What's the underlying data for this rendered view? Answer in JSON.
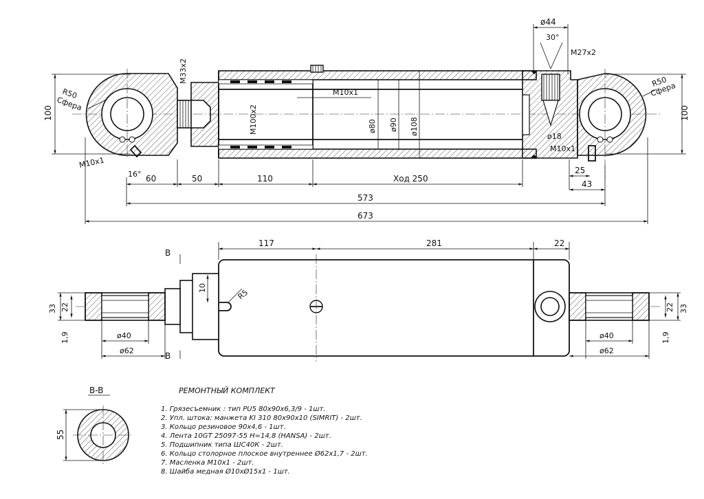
{
  "top_view": {
    "dims": {
      "d44": "ø44",
      "a30": "30°",
      "m27": "M27x2",
      "m33": "M33x2",
      "r50_left": "R50",
      "sphere_left": "Сфера",
      "r50_right": "R50",
      "sphere_right": "Сфера",
      "h100_left": "100",
      "h100_right": "100",
      "m10x1_top": "M10x1",
      "m100": "M100x2",
      "d80": "ø80",
      "d90": "ø90",
      "d108": "ø108",
      "d18": "ø18",
      "m10x1_right": "M10x1",
      "m10x1_left": "M10x1",
      "a16": "16°",
      "l60": "60",
      "l50": "50",
      "l110": "110",
      "stroke": "Ход 250",
      "l25": "25",
      "l43": "43",
      "l573": "573",
      "l673": "673"
    }
  },
  "side_view": {
    "dims": {
      "l117": "117",
      "l281": "281",
      "l22_top": "22",
      "b_top": "B",
      "b_bottom": "B",
      "r5": "R5",
      "d10": "10",
      "h33_left": "33",
      "h22_left": "22",
      "h33_right": "33",
      "h22_right": "22",
      "t19_left": "1,9",
      "t19_right": "1,9",
      "d40_left": "ø40",
      "d62_left": "ø62",
      "d40_right": "ø40",
      "d62_right": "ø62"
    }
  },
  "section": {
    "label": "B-B",
    "dim55": "55"
  },
  "repair_kit": {
    "title": "РЕМОНТНЫЙ  КОМПЛЕКТ",
    "items": [
      "1. Грязесъемник :  тип PU5  80x90x6,3/9   - 1шт.",
      "2. Упл. штока: манжета KI 310  80x90x10  (SIMRIT)  - 2шт.",
      "3. Кольцо резиновое  90x4,6    - 1шт.",
      "4. Лента  10GT 25097-55  H=14,8 (HANSA)  - 2шт.",
      "5. Подшипник типа ШС40К  - 2шт.",
      "6. Кольцо столорное плоское внутреннее Ø62x1,7  - 2шт.",
      "7. Масленка М10х1  - 2шт.",
      "8. Шайба медная Ø10xØ15x1  - 1шт."
    ]
  }
}
